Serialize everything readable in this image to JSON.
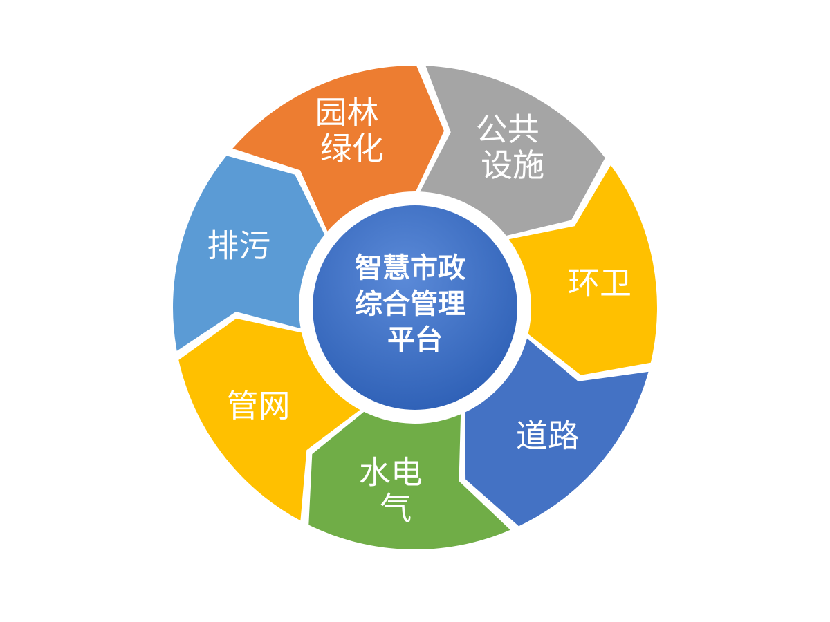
{
  "center": {
    "lines": [
      "智慧市政",
      "综合管理",
      "平台"
    ],
    "color": "#3a6ec4"
  },
  "segments": [
    {
      "id": "yuanlin",
      "lines": [
        "园林",
        "绿化"
      ],
      "color": "#ed7d31"
    },
    {
      "id": "gonggong",
      "lines": [
        "公共",
        "设施"
      ],
      "color": "#a5a5a5"
    },
    {
      "id": "huanwei",
      "lines": [
        "环卫"
      ],
      "color": "#ffc000"
    },
    {
      "id": "daolu",
      "lines": [
        "道路"
      ],
      "color": "#4472c4"
    },
    {
      "id": "shuidianqi",
      "lines": [
        "水电",
        "气"
      ],
      "color": "#70ad47"
    },
    {
      "id": "guanwang",
      "lines": [
        "管网"
      ],
      "color": "#ffc000"
    },
    {
      "id": "paiwu",
      "lines": [
        "排污"
      ],
      "color": "#5b9bd5"
    }
  ]
}
